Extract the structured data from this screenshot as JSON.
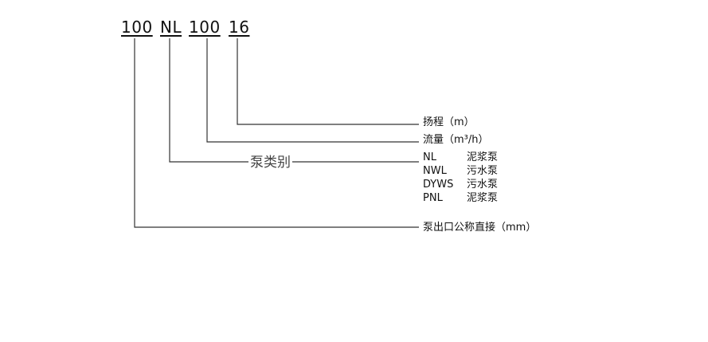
{
  "code_parts": [
    "100",
    "NL",
    "100",
    "16"
  ],
  "labels": {
    "head": "扬程（m）",
    "flow": "流量（m³/h）",
    "outlet": "泵出口公称直接（mm）"
  },
  "category_label": "泵类别",
  "pump_types": [
    {
      "code": "NL",
      "name": "泥浆泵"
    },
    {
      "code": "NWL",
      "name": "污水泵"
    },
    {
      "code": "DYWS",
      "name": "污水泵"
    },
    {
      "code": "PNL",
      "name": "泥浆泵"
    }
  ]
}
